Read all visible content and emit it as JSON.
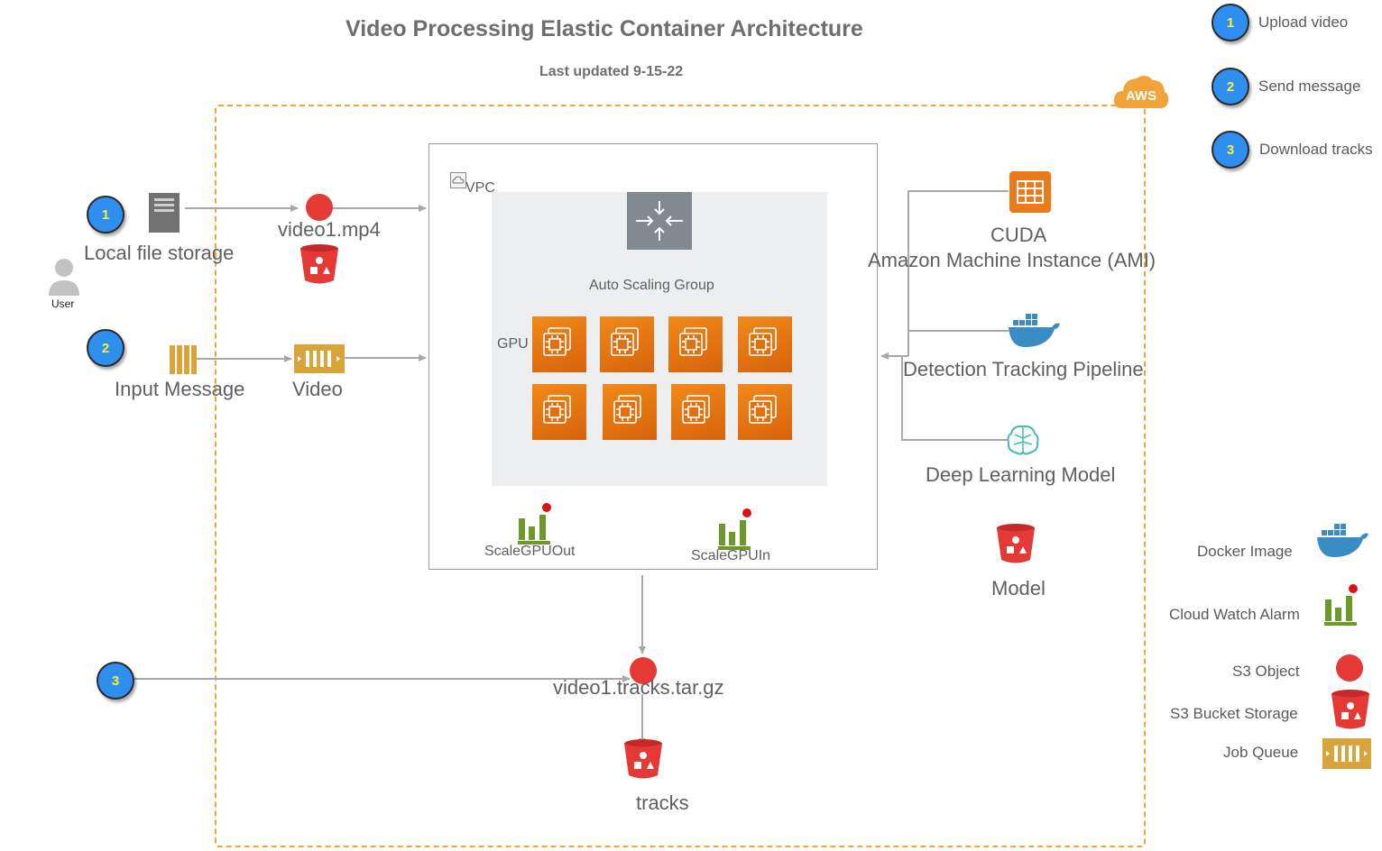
{
  "title": "Video Processing Elastic Container Architecture",
  "subtitle": "Last updated 9-15-22",
  "aws_label": "AWS",
  "vpc_label": "VPC",
  "asg_label": "Auto Scaling Group",
  "gpu_label": "GPU",
  "steps": [
    "1",
    "2",
    "3"
  ],
  "user_label": "User",
  "local_storage_label": "Local file storage",
  "video_object_label": "video1.mp4",
  "input_message_label": "Input Message",
  "video_queue_label": "Video",
  "tracks_object_label": "video1.tracks.tar.gz",
  "tracks_bucket_label": "tracks",
  "scale_out_label": "ScaleGPUOut",
  "scale_in_label": "ScaleGPUIn",
  "cuda_label": "CUDA",
  "ami_label": "Amazon Machine Instance (AMI)",
  "pipeline_label": "Detection Tracking Pipeline",
  "dl_model_label": "Deep Learning Model",
  "model_label": "Model",
  "legend_steps": [
    {
      "num": "1",
      "text": "Upload video"
    },
    {
      "num": "2",
      "text": "Send message"
    },
    {
      "num": "3",
      "text": "Download tracks"
    }
  ],
  "legend_icons": [
    {
      "text": "Docker Image",
      "icon": "docker-icon"
    },
    {
      "text": "Cloud Watch Alarm",
      "icon": "cloudwatch-alarm-icon"
    },
    {
      "text": "S3 Object",
      "icon": "s3-object-icon"
    },
    {
      "text": "S3 Bucket Storage",
      "icon": "s3-bucket-icon"
    },
    {
      "text": "Job Queue",
      "icon": "job-queue-icon"
    }
  ],
  "colors": {
    "aws_orange": "#f2a33a",
    "ec2_orange": "#e8730f",
    "s3_red": "#e53935",
    "step_blue": "#2f8ff0",
    "step_number": "#ffef2a",
    "queue_gold": "#d9a43a",
    "alarm_green": "#6b9a2a",
    "docker_blue": "#3a8cc5",
    "ml_teal": "#3fbfa8",
    "arrow_gray": "#a8a8a8"
  }
}
